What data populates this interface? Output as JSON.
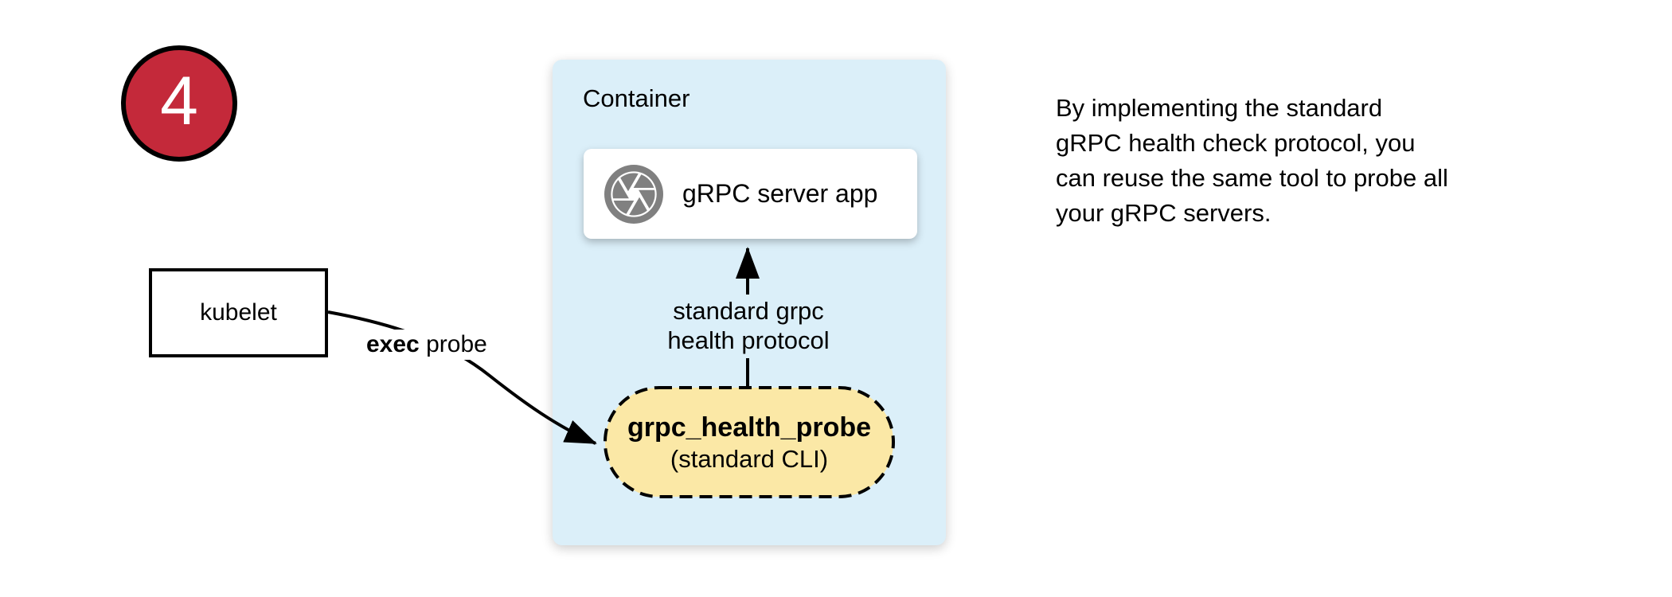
{
  "badge": {
    "number": "4"
  },
  "kubelet": {
    "label": "kubelet"
  },
  "exec_probe": {
    "bold": "exec",
    "rest": " probe"
  },
  "container": {
    "title": "Container",
    "server_app": {
      "icon": "aperture-icon",
      "label": "gRPC server app"
    },
    "probe_pill": {
      "title": "grpc_health_probe",
      "subtitle": "(standard CLI)"
    },
    "protocol_arrow_label": {
      "line1": "standard grpc",
      "line2": "health protocol"
    }
  },
  "note": {
    "lines": [
      "By implementing the standard",
      "gRPC health check protocol, you",
      "can reuse the same tool to probe all",
      "your gRPC servers."
    ]
  },
  "colors": {
    "badge_red": "#C4293A",
    "container_blue": "#DBEFF9",
    "pill_yellow": "#FBE8A6",
    "icon_gray": "#808080",
    "line_black": "#000000"
  }
}
